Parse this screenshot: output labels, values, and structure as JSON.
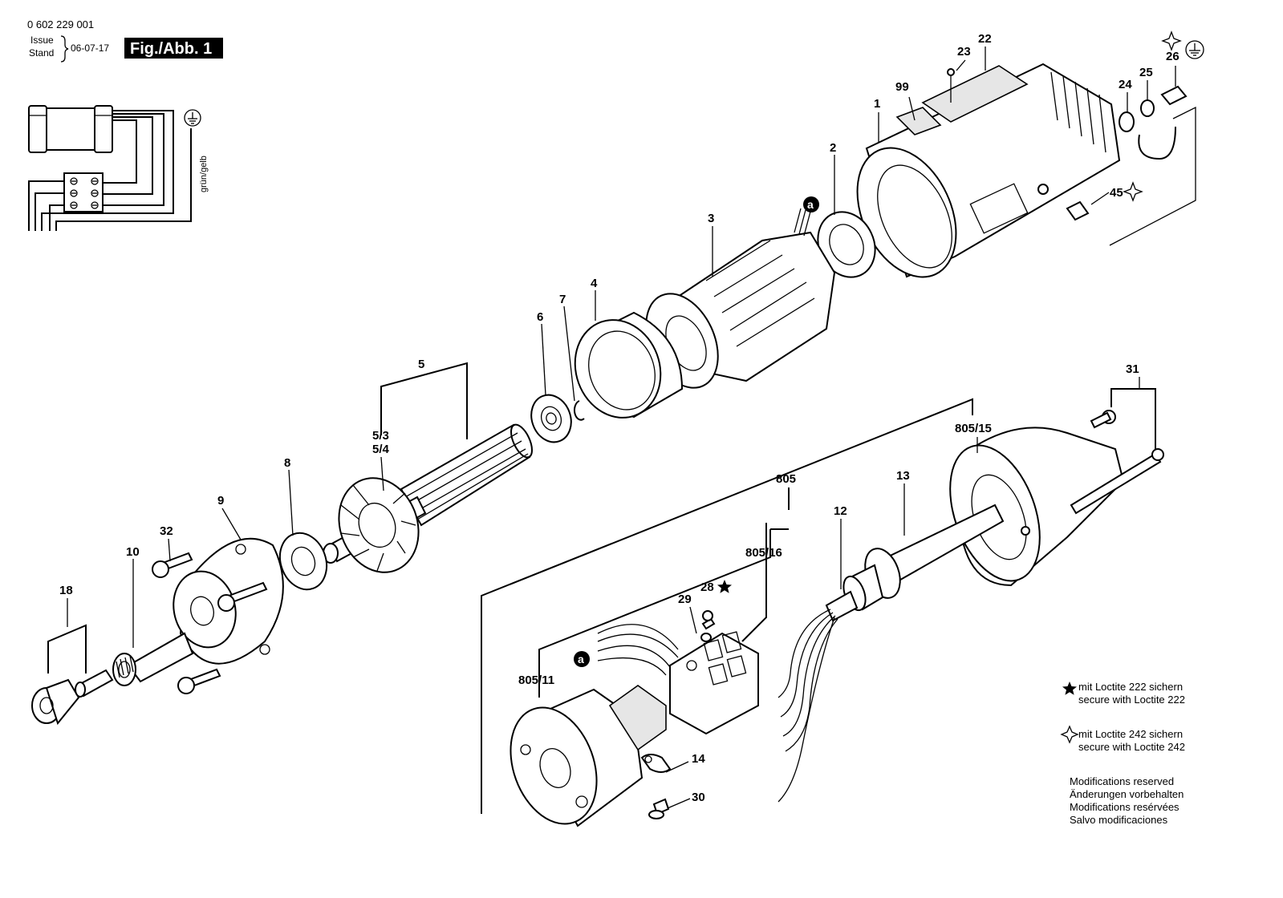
{
  "header": {
    "part_number": "0 602 229 001",
    "issue": "Issue",
    "stand": "Stand",
    "date": "06-07-17",
    "figure": "Fig./Abb. 1"
  },
  "wiring": {
    "wire_color": "grün/gelb"
  },
  "callouts": {
    "p1": "1",
    "p2": "2",
    "p3": "3",
    "p4": "4",
    "p5": "5",
    "p5_3": "5/3",
    "p5_4": "5/4",
    "p6": "6",
    "p7": "7",
    "p8": "8",
    "p9": "9",
    "p10": "10",
    "p12": "12",
    "p13": "13",
    "p14": "14",
    "p18": "18",
    "p22": "22",
    "p23": "23",
    "p24": "24",
    "p25": "25",
    "p26": "26",
    "p28": "28",
    "p29": "29",
    "p30": "30",
    "p31": "31",
    "p32": "32",
    "p45": "45",
    "p99": "99",
    "p805": "805",
    "p805_11": "805/11",
    "p805_15": "805/15",
    "p805_16": "805/16",
    "a": "a"
  },
  "legend": {
    "loctite222_de": "mit Loctite 222 sichern",
    "loctite222_en": "secure with Loctite 222",
    "loctite242_de": "mit Loctite 242 sichern",
    "loctite242_en": "secure with Loctite 242",
    "mod_en": "Modifications reserved",
    "mod_de": "Änderungen vorbehalten",
    "mod_fr": "Modifications resérvées",
    "mod_es": "Salvo modificaciones"
  },
  "icons": {
    "star": "filled-star-icon",
    "star_outline": "outline-star-icon",
    "earth": "ground-earth-icon"
  }
}
